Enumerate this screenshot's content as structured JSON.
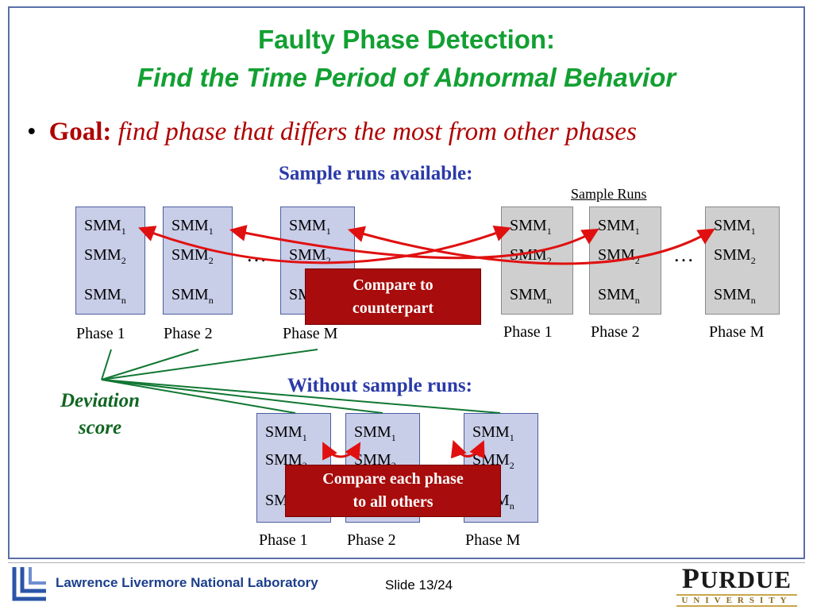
{
  "title": {
    "line1": "Faulty Phase Detection:",
    "line2": "Find the Time Period of Abnormal Behavior"
  },
  "bullet": {
    "goal_label": "Goal:",
    "goal_text": "find phase that differs the most from other phases"
  },
  "section_sample": {
    "heading": "Sample runs available:",
    "sample_runs_label": "Sample Runs",
    "compare_label_line1": "Compare to",
    "compare_label_line2": "counterpart"
  },
  "section_nosample": {
    "heading": "Without sample runs:",
    "compare_label_line1": "Compare each phase",
    "compare_label_line2": "to all others"
  },
  "smm": {
    "prefix": "SMM",
    "sub1": "1",
    "sub2": "2",
    "subn": "n"
  },
  "ellipsis": "…",
  "phases": {
    "p1": "Phase 1",
    "p2": "Phase 2",
    "pm": "Phase M"
  },
  "deviation": {
    "line1": "Deviation",
    "line2": "score"
  },
  "footer": {
    "lab": "Lawrence Livermore National Laboratory",
    "slide": "Slide 13/24",
    "university_word": "URDUE",
    "university_cap": "P",
    "university_sub": "UNIVERSITY"
  },
  "colors": {
    "title": "#12a032",
    "goal": "#b00000",
    "heading": "#2a3aa8",
    "red_box": "#a80c0c",
    "deviation": "#116622",
    "arrow": "#e01010",
    "line": "#117733"
  }
}
